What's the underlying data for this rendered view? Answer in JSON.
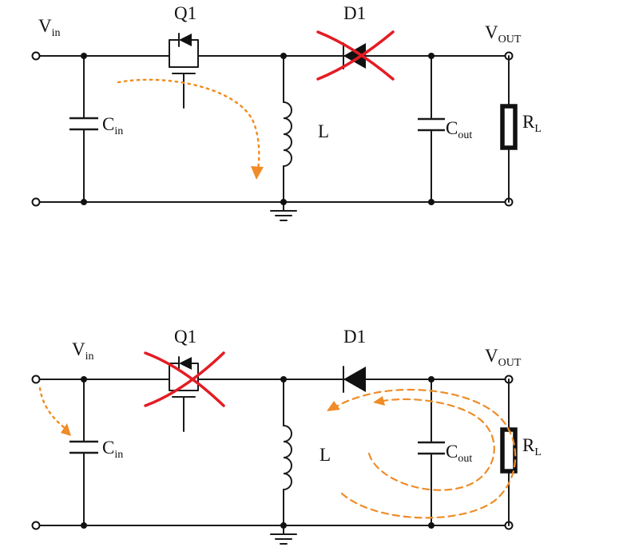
{
  "colors": {
    "wire": "#1a1a1a",
    "cross_out": "#e41c24",
    "current_flow": "#ef8c28"
  },
  "labels": {
    "vin": {
      "main": "V",
      "sub": "in"
    },
    "q1": "Q1",
    "d1": "D1",
    "vout": {
      "main": "V",
      "sub": "OUT"
    },
    "cin": {
      "main": "C",
      "sub": "in"
    },
    "inductor": "L",
    "cout": {
      "main": "C",
      "sub": "out"
    },
    "rl": {
      "main": "R",
      "sub": "L"
    }
  },
  "phases": [
    {
      "position": "top",
      "crossed_out": "D1"
    },
    {
      "position": "bottom",
      "crossed_out": "Q1"
    }
  ]
}
